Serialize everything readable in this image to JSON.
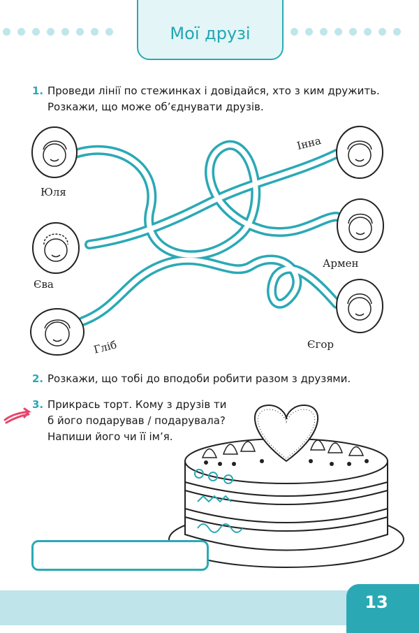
{
  "page_title": "Мої друзі",
  "tasks": [
    {
      "number": "1.",
      "lines": [
        "Проведи лінії по стежинках і довідайся, хто з ким дружить.",
        "Розкажи, що може об’єднувати друзів."
      ]
    },
    {
      "number": "2.",
      "lines": [
        "Розкажи, що тобі до вподоби робити разом з друзями."
      ]
    },
    {
      "number": "3.",
      "lines": [
        "Прикрась торт. Кому з друзів ти",
        "б його подарував / подарувала?",
        "Напиши його чи її ім’я."
      ]
    }
  ],
  "friends_left": [
    "Юля",
    "Єва",
    "Гліб"
  ],
  "friends_right": [
    "Інна",
    "Армен",
    "Єгор"
  ],
  "page_number": "13",
  "colors": {
    "accent": "#2aa9b5",
    "accent_light": "#bfe6ea",
    "pointer": "#e8456b"
  }
}
